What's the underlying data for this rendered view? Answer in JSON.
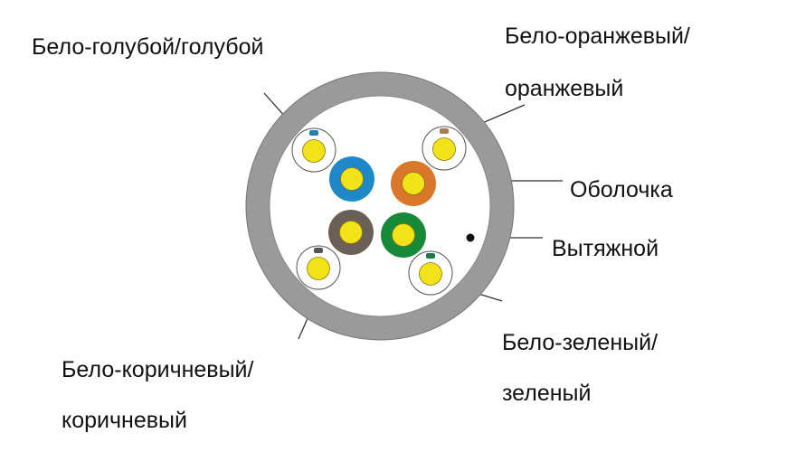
{
  "labels": {
    "white_blue": "Бело-голубой/голубой",
    "white_orange_1": "Бело-оранжевый/",
    "white_orange_2": "оранжевый",
    "jacket": "Оболочка",
    "ripcord": "Вытяжной",
    "white_green_1": "Бело-зеленый/",
    "white_green_2": "зеленый",
    "white_brown_1": "Бело-коричневый/",
    "white_brown_2": "коричневый"
  },
  "colors": {
    "jacket": "#9a9a9a",
    "core": "#f2e21a",
    "blue": "#1e88c8",
    "orange": "#d9782a",
    "brown": "#6b6058",
    "green": "#178a3a",
    "stripe_blue": "#2a7fb0",
    "stripe_orange": "#a87a55",
    "stripe_brown": "#555",
    "stripe_green": "#167a4a"
  }
}
